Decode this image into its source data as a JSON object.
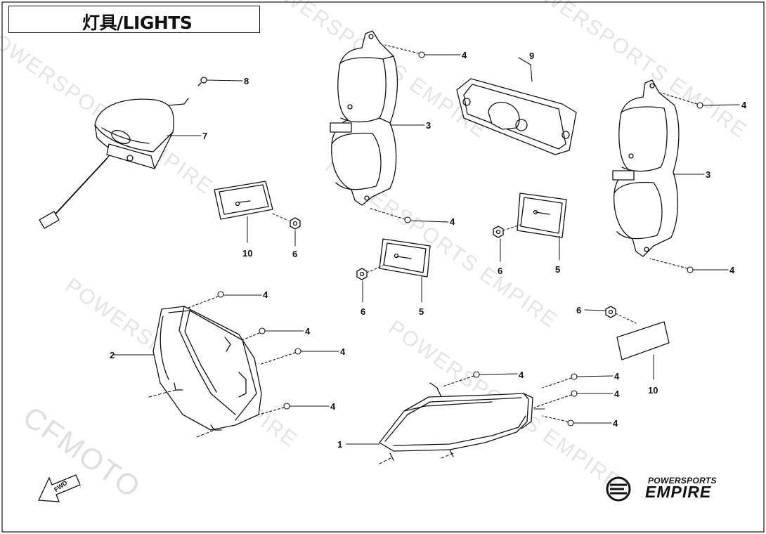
{
  "title": "灯具/LIGHTS",
  "watermark": "POWERSPORTS EMPIRE",
  "faint_watermark": "CFMOTO",
  "logo": {
    "line1": "POWERSPORTS",
    "line2": "EMPIRE"
  },
  "direction_label": "FWD",
  "callouts": [
    "1",
    "2",
    "3",
    "3",
    "4",
    "4",
    "4",
    "4",
    "4",
    "4",
    "4",
    "4",
    "4",
    "4",
    "4",
    "4",
    "5",
    "5",
    "6",
    "6",
    "6",
    "6",
    "7",
    "8",
    "9",
    "10",
    "10"
  ],
  "colors": {
    "line": "#111111",
    "watermark": "#e4e4e4"
  }
}
